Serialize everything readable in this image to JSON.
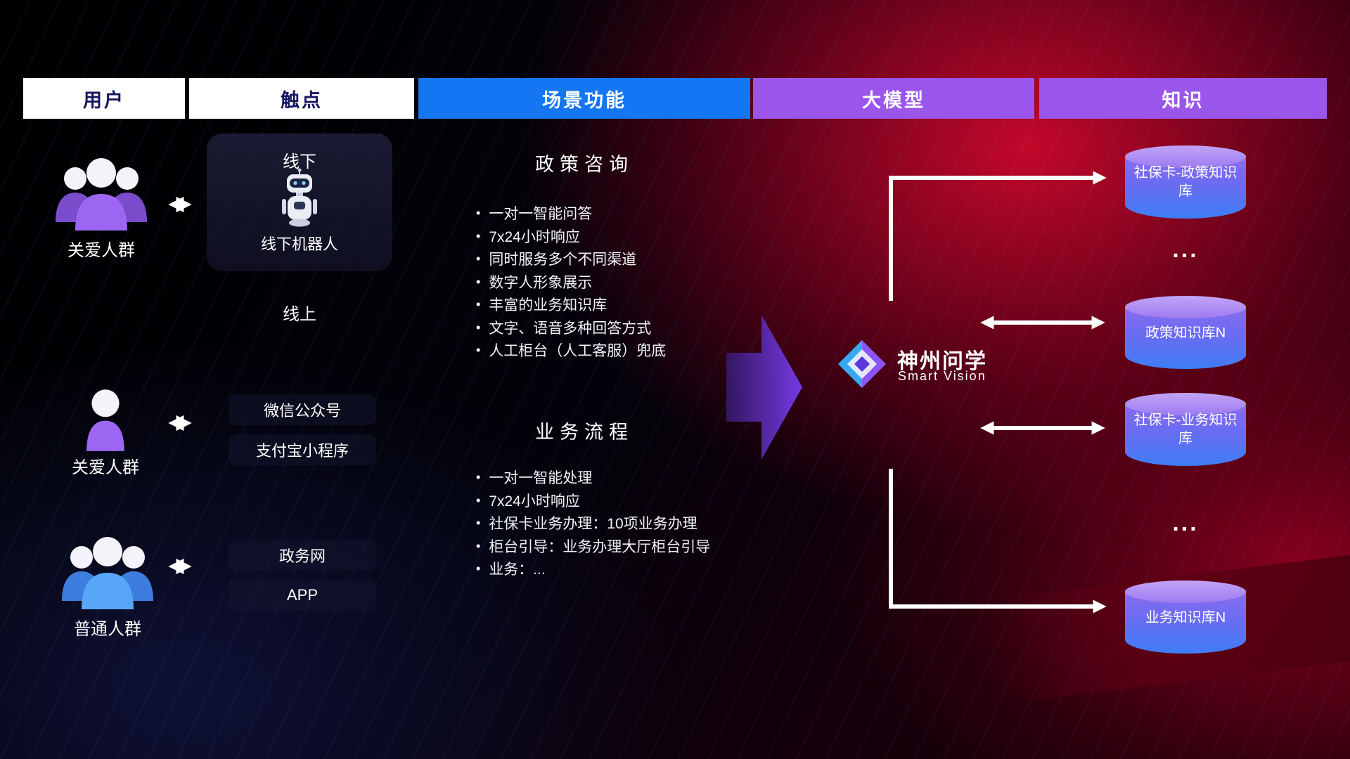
{
  "header": {
    "columns": [
      {
        "label": "用户"
      },
      {
        "label": "触点"
      },
      {
        "label": "场景功能"
      },
      {
        "label": "大模型"
      },
      {
        "label": "知识"
      }
    ]
  },
  "users": [
    {
      "label": "关爱人群"
    },
    {
      "label": "关爱人群"
    },
    {
      "label": "普通人群"
    }
  ],
  "touchpoints": {
    "offline_title": "线下",
    "offline_robot_label": "线下机器人",
    "online_label": "线上",
    "channels": [
      {
        "label": "微信公众号"
      },
      {
        "label": "支付宝小程序"
      },
      {
        "label": "政务网"
      },
      {
        "label": "APP"
      }
    ]
  },
  "scenarios": [
    {
      "title": "政策咨询",
      "items": [
        "一对一智能问答",
        "7x24小时响应",
        "同时服务多个不同渠道",
        "数字人形象展示",
        "丰富的业务知识库",
        "文字、语音多种回答方式",
        "人工柜台（人工客服）兜底"
      ]
    },
    {
      "title": "业务流程",
      "items": [
        "一对一智能处理",
        "7x24小时响应",
        "社保卡业务办理：10项业务办理",
        "柜台引导：业务办理大厅柜台引导",
        "业务：..."
      ]
    }
  ],
  "model": {
    "name": "神州问学",
    "subtitle": "Smart Vision"
  },
  "knowledge": {
    "databases": [
      {
        "label": "社保卡-政策知识库"
      },
      {
        "label": "政策知识库N"
      },
      {
        "label": "社保卡-业务知识库"
      },
      {
        "label": "业务知识库N"
      }
    ],
    "ellipsis": "..."
  },
  "colors": {
    "header_blue": "#1476f2",
    "header_purple": "#9a55ea",
    "accent_purple": "#8a55f5",
    "accent_blue": "#35aaf0",
    "cylinder_top": "#b08cf5",
    "cylinder_bottom": "#3f7df5"
  }
}
